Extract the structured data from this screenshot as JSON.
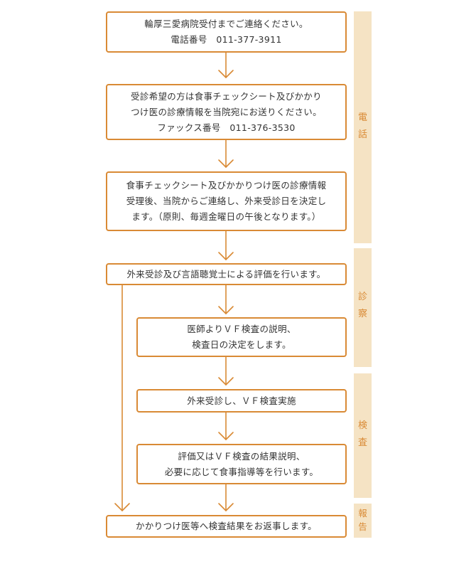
{
  "steps": {
    "step1": {
      "line1": "輪厚三愛病院受付までご連絡ください。",
      "line2": "電話番号　011-377-3911"
    },
    "step2": {
      "line1": "受診希望の方は食事チェックシート及びかかり",
      "line2": "つけ医の診療情報を当院宛にお送りください。",
      "line3": "ファックス番号　011-376-3530"
    },
    "step3": {
      "line1": "食事チェックシート及びかかりつけ医の診療情報",
      "line2": "受理後、当院からご連絡し、外来受診日を決定し",
      "line3": "ます。（原則、毎週金曜日の午後となります。）"
    },
    "step4": {
      "line1": "外来受診及び言語聴覚士による評価を行います。"
    },
    "step5": {
      "line1": "医師よりＶＦ検査の説明、",
      "line2": "検査日の決定をします。"
    },
    "step6": {
      "line1": "外来受診し、ＶＦ検査実施"
    },
    "step7": {
      "line1": "評価又はＶＦ検査の結果説明、",
      "line2": "必要に応じて食事指導等を行います。"
    },
    "step8": {
      "line1": "かかりつけ医等へ検査結果をお返事します。"
    }
  },
  "phases": [
    {
      "char1": "電",
      "char2": "話"
    },
    {
      "char1": "診",
      "char2": "察"
    },
    {
      "char1": "検",
      "char2": "査"
    },
    {
      "char1": "報",
      "char2": "告"
    }
  ],
  "colors": {
    "accent": "#d98a35",
    "phase_background": "#f5e3c4",
    "text": "#333333"
  }
}
